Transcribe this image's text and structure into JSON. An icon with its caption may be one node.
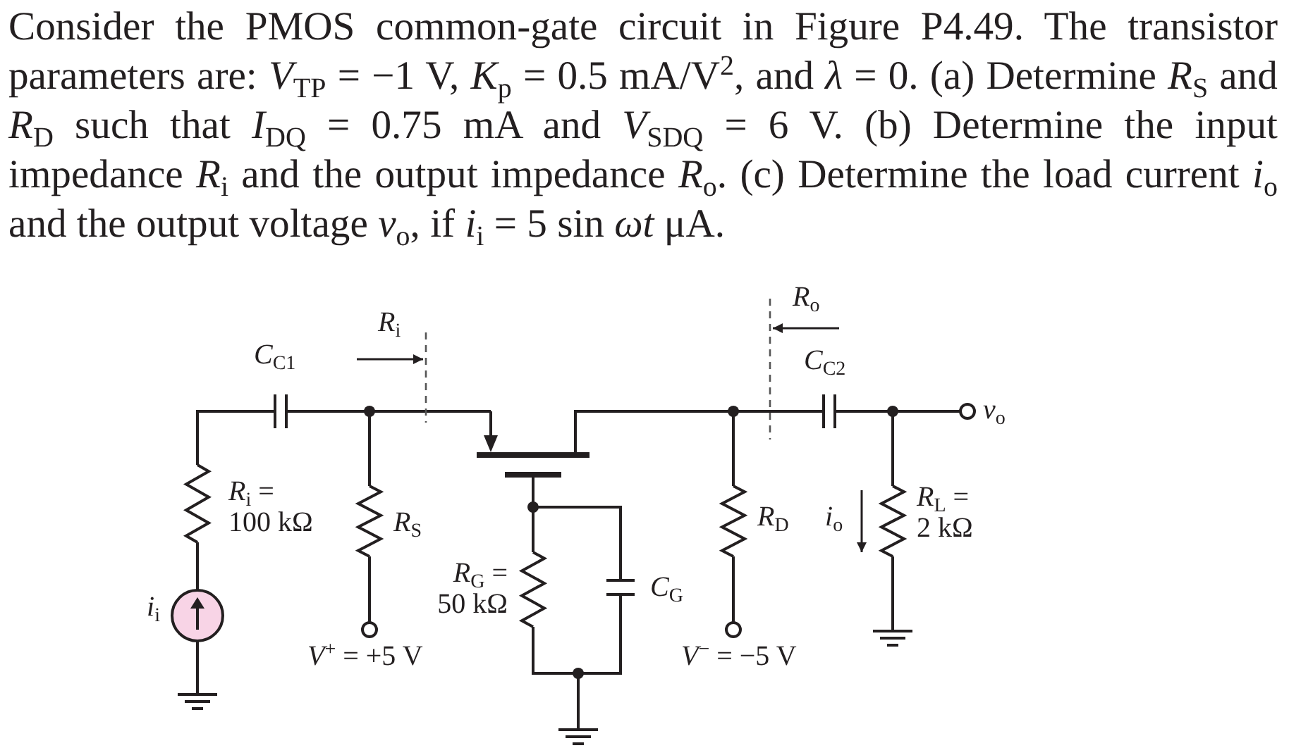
{
  "diagram": {
    "labels": [
      "Consider the PMOS common-gate circuit in Figure P4.49. The transistor parameters are: *V*$_{TP}$ = −1 V, *K*$_{p}$ = 0.5 mA/V$^{2}$, and *λ* = 0. (a) Determine *R*$_{S}$ and *R*$_{D}$ such that *I*$_{DQ}$ = 0.75 mA and *V*$_{SDQ}$ = 6 V. (b) Determine the input impedance *R*$_{i}$ and the output impedance *R*$_{o}$. (c) Determine the load current *i*$_{o}$ and the output voltage *v*$_{o}$, if *i*$_{i}$ = 5 sin *ωt* μA.",
      "*R*$_{o}$",
      "*R*$_{i}$",
      "*C*$_{C1}$",
      "*C*$_{C2}$",
      "*v*$_{o}$",
      "*R*$_{i}$ = 100 kΩ",
      "*R*$_{S}$",
      "*R*$_{D}$",
      "*i*$_{o}$",
      "*R*$_{L}$ = 2 kΩ",
      "*R*$_{G}$ = 50 kΩ",
      "*C*$_{G}$",
      "*i*$_{i}$",
      "*V*$^{+}$ = +5 V",
      "*V*$^{−}$ = −5 V"
    ]
  }
}
